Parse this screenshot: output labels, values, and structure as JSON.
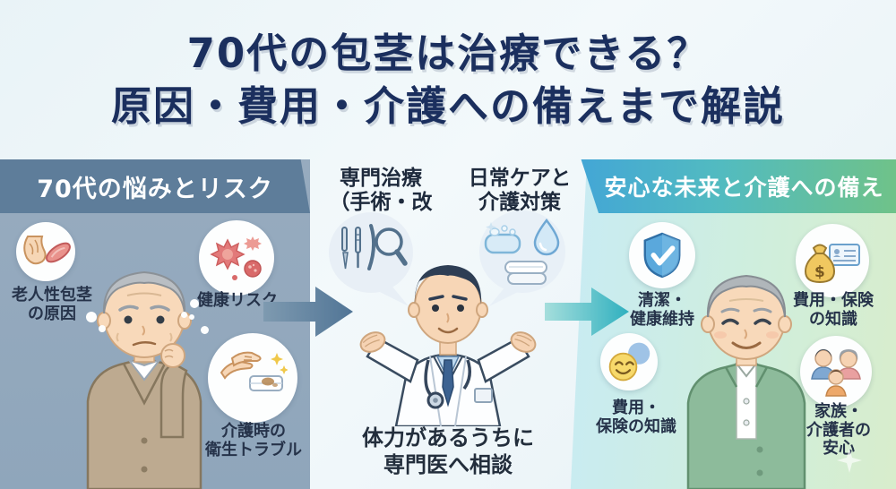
{
  "header": {
    "title_lines": [
      "70代の包茎は治療できる？",
      "原因・費用・介護への備えまで解説"
    ]
  },
  "left_panel": {
    "title": "70代の悩みとリスク",
    "bubble_senile": {
      "lines": [
        "老人性包茎",
        "の原因"
      ]
    },
    "bubble_health": {
      "lines": [
        "健康リスク"
      ]
    },
    "bubble_hygiene": {
      "lines": [
        "介護時の",
        "衛生トラブル"
      ]
    }
  },
  "middle_panel": {
    "treatment_bubble": {
      "lines": [
        "専門治療",
        "（手術・改善）"
      ]
    },
    "care_bubble": {
      "lines": [
        "日常ケアと",
        "介護対策"
      ]
    },
    "caption": {
      "lines": [
        "体力があるうちに",
        "専門医へ相談"
      ]
    }
  },
  "right_panel": {
    "title": "安心な未来と介護への備え",
    "bubble_clean": {
      "lines": [
        "清潔・",
        "健康維持"
      ]
    },
    "bubble_cost_insurance": {
      "lines": [
        "費用・保険",
        "の知識"
      ]
    },
    "bubble_cost_knowledge": {
      "lines": [
        "費用・",
        "保険の知識"
      ]
    },
    "bubble_family": {
      "lines": [
        "家族・",
        "介護者の",
        "安心"
      ]
    }
  },
  "colors": {
    "title_navy": "#1b2f5e",
    "left_panel_bg": "#94a9bd",
    "left_header_bg": "#5e7d9a",
    "middle_bg": "#f7fafc",
    "right_bg_start": "#c8ebf4",
    "right_bg_end": "#d8edcc",
    "right_header_start": "#43a6d6",
    "right_header_end": "#6fc289",
    "arrow_left": "#54789a",
    "arrow_right": "#2fb0bf"
  }
}
